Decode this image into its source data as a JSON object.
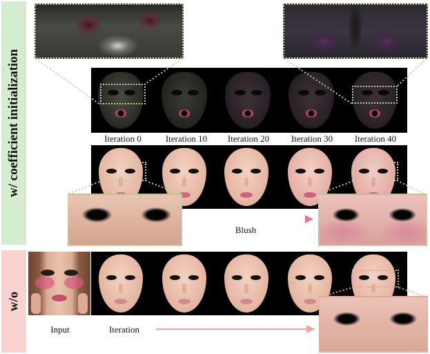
{
  "labels": {
    "with_init": "w/ coefficient initialization",
    "without": "w/o"
  },
  "iterations": [
    "Iteration 0",
    "Iteration 10",
    "Iteration 20",
    "Iteration 30",
    "Iteration 40"
  ],
  "blush_label": "Blush",
  "input_label": "Input",
  "iteration_label": "Iteration",
  "colors": {
    "green_band": "#d5ecd0",
    "pink_band": "#f9d2d2",
    "zoom_dotted": "#b7d6a0",
    "arrow": "#e8a6a0"
  }
}
